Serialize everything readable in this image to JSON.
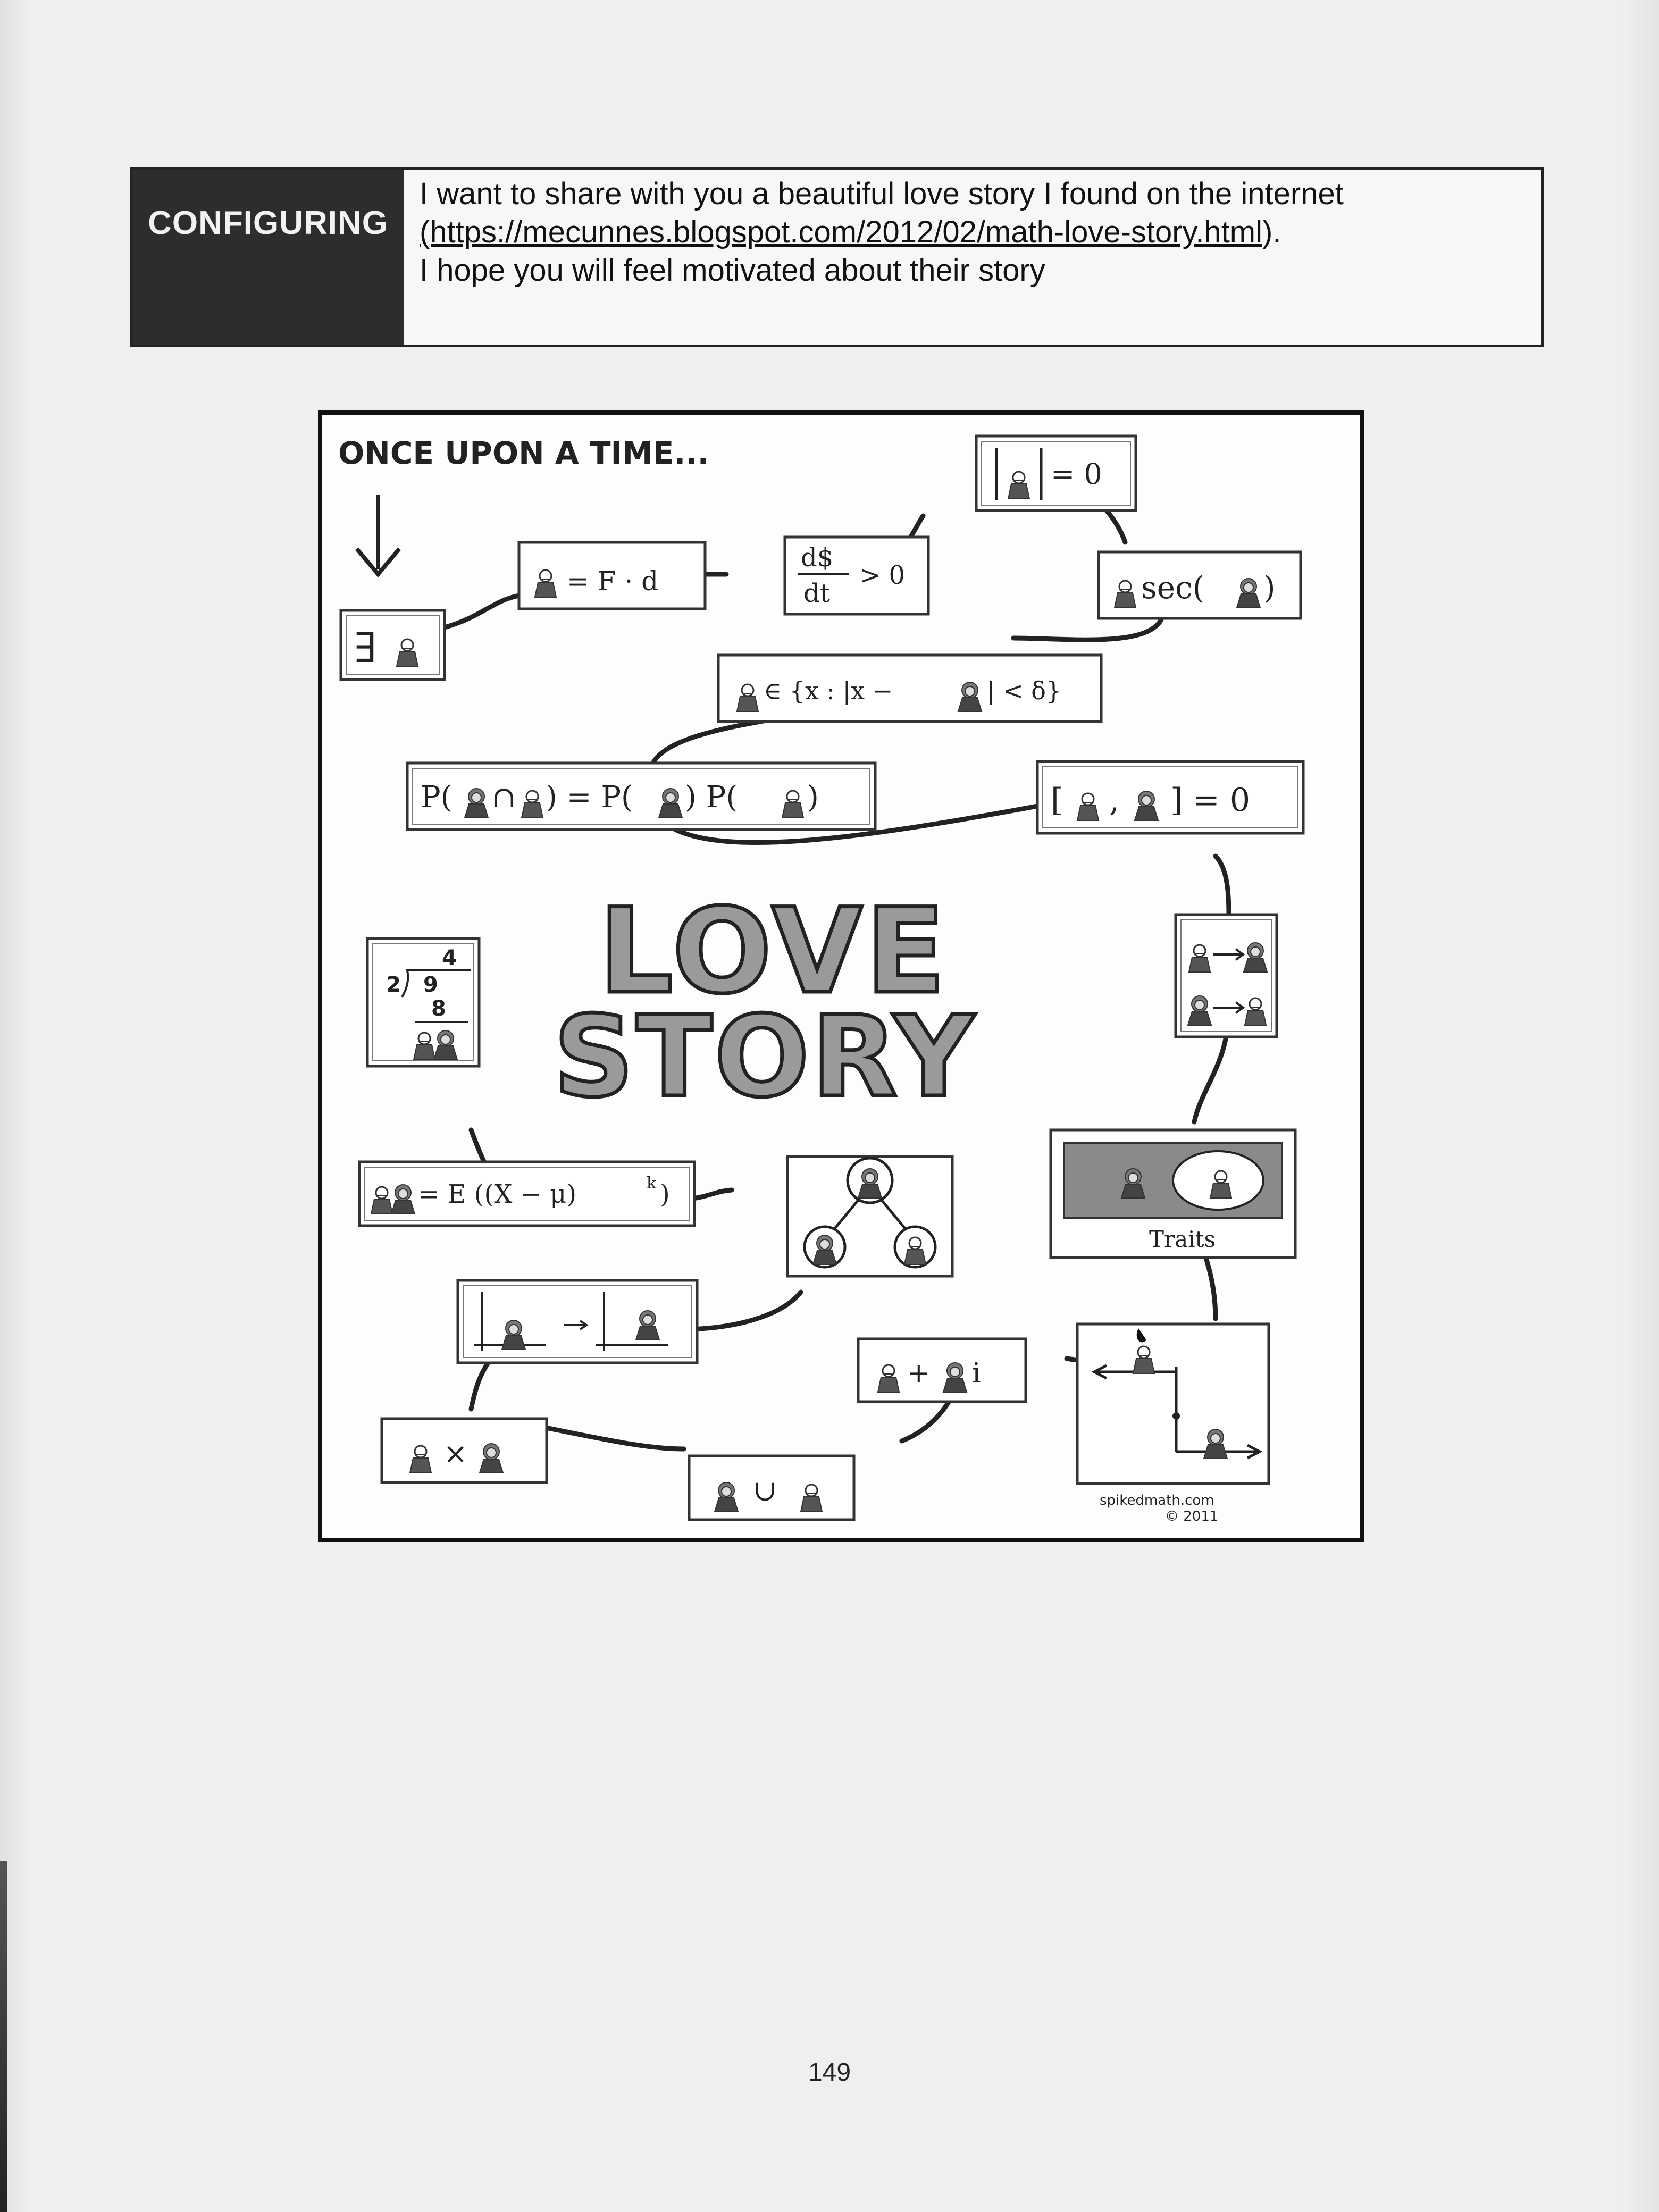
{
  "header": {
    "tag": "CONFIGURING",
    "line1": "I want to share with you a beautiful love story I found on the internet",
    "link": "(https://mecunnes.blogspot.com/2012/02/math-love-story.html",
    "link_suffix": ").",
    "line3": "I hope you will feel motivated about their story"
  },
  "comic": {
    "intro": "ONCE UPON A TIME...",
    "title_line1": "LOVE",
    "title_line2": "STORY",
    "panels": {
      "exists": "∃",
      "force": "= F · d",
      "dollar_num": "d$",
      "dollar_den": "dt",
      "dollar_rel": "> 0",
      "abs": "= 0",
      "sec": "sec(",
      "sec_close": ")",
      "set_left": "∈ {x : |x −",
      "set_right": "| < δ}",
      "prob_p1": "P(",
      "prob_cap": "∩",
      "prob_mid": ") = P(",
      "prob_p2": ") P(",
      "prob_end": ")",
      "commutator_open": "[",
      "commutator_comma": ",",
      "commutator_close": "] = 0",
      "division_quotient": "4",
      "division_divisor": "2",
      "division_dividend": "9",
      "division_sub": "8",
      "moment": "= E ((X − μ)",
      "moment_exp": "k",
      "moment_close": ")",
      "traits": "Traits",
      "complex_plus": "+",
      "complex_i": "i",
      "times": "×",
      "union": "∪",
      "credit_line1": "spikedmath.com",
      "credit_line2": "© 2011"
    }
  },
  "page_number": "149"
}
